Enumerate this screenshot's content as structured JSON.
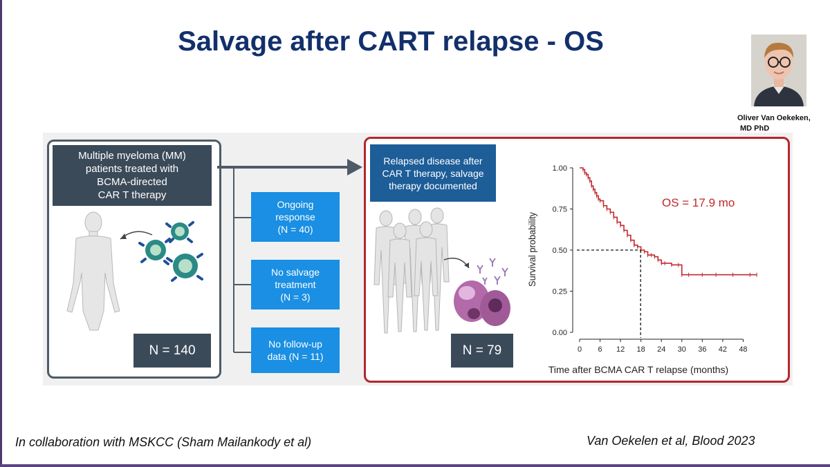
{
  "slide": {
    "title": "Salvage after CART relapse - OS",
    "speaker": {
      "name": "Oliver Van Oekeken,",
      "degree": "MD PhD"
    },
    "footer_left": "In collaboration with MSKCC (Sham Mailankody et al)",
    "footer_right": "Van Oekelen et al, Blood 2023"
  },
  "diagram": {
    "left_box": {
      "lines": [
        "Multiple myeloma (MM)",
        "patients treated with",
        "BCMA-directed",
        "CAR T therapy"
      ],
      "n_label": "N = 140"
    },
    "branches": [
      {
        "lines": [
          "Ongoing",
          "response",
          "(N = 40)"
        ]
      },
      {
        "lines": [
          "No salvage",
          "treatment",
          "(N = 3)"
        ]
      },
      {
        "lines": [
          "No follow-up",
          "data (N = 11)"
        ]
      }
    ],
    "right_box": {
      "lines": [
        "Relapsed disease after",
        "CAR T therapy, salvage",
        "therapy documented"
      ],
      "n_label": "N = 79"
    }
  },
  "chart_data": {
    "type": "line",
    "title": "",
    "xlabel": "Time after BCMA CAR T relapse (months)",
    "ylabel": "Survival probability",
    "xlim": [
      0,
      54
    ],
    "ylim": [
      0,
      1
    ],
    "x_ticks": [
      0,
      6,
      12,
      18,
      24,
      30,
      36,
      42,
      48
    ],
    "y_ticks": [
      "0.00",
      "0.25",
      "0.50",
      "0.75",
      "1.00"
    ],
    "annotation": "OS = 17.9 mo",
    "median": {
      "x": 17.9,
      "y": 0.5
    },
    "series": [
      {
        "x": [
          0,
          1,
          1.5,
          2,
          2.5,
          3,
          3.5,
          4,
          4.5,
          5,
          5.5,
          6,
          7,
          8,
          9,
          10,
          11,
          12,
          13,
          14,
          15,
          16,
          17,
          18,
          19,
          20,
          21,
          22,
          23,
          24,
          25,
          27,
          29,
          30,
          32,
          36,
          40,
          45,
          50,
          52
        ],
        "y": [
          1.0,
          0.99,
          0.97,
          0.96,
          0.94,
          0.92,
          0.89,
          0.87,
          0.85,
          0.83,
          0.81,
          0.8,
          0.77,
          0.75,
          0.73,
          0.7,
          0.67,
          0.65,
          0.62,
          0.59,
          0.56,
          0.53,
          0.52,
          0.5,
          0.49,
          0.47,
          0.47,
          0.46,
          0.44,
          0.42,
          0.42,
          0.41,
          0.41,
          0.35,
          0.35,
          0.35,
          0.35,
          0.35,
          0.35,
          0.35
        ]
      }
    ],
    "colors": {
      "curve": "#c0282d",
      "annotation": "#c0282d"
    }
  }
}
